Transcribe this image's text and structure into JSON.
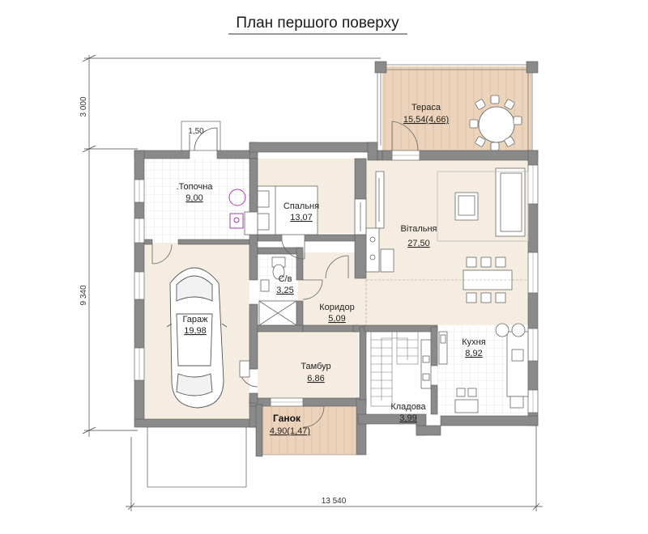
{
  "title": "План першого поверху",
  "dimensions": {
    "terrace_depth": "3 000",
    "house_depth": "9 340",
    "total_width": "13 540",
    "door_width": "1,50"
  },
  "rooms": {
    "teplochna": {
      "name": ".Топочна",
      "area": "9,00"
    },
    "spalnia": {
      "name": "Спальня",
      "area": "13,07"
    },
    "terasa": {
      "name": "Тераса",
      "area": "15,54(4,66)"
    },
    "vitalnia": {
      "name": "Вітальня",
      "area": "27,50"
    },
    "garazh": {
      "name": "Гараж",
      "area": "19,98"
    },
    "sv": {
      "name": "С/в",
      "area": "3,25"
    },
    "korydor": {
      "name": "Коридор",
      "area": "5,09"
    },
    "kukhnia": {
      "name": "Кухня",
      "area": "8,92"
    },
    "tambur": {
      "name": "Тамбур",
      "area": "6,86"
    },
    "kladova": {
      "name": "Кладова",
      "area": "3,99"
    },
    "ganok": {
      "name": "Ганок",
      "area": "4,90(1,47)"
    }
  },
  "colors": {
    "wall": "#8a8a8a",
    "wall_edge": "#5c5c5c",
    "floor": "#f5ede1",
    "wood": "#ead2bb",
    "tile_line": "#d0d0d0",
    "boiler_accent": "#a23fa8"
  }
}
